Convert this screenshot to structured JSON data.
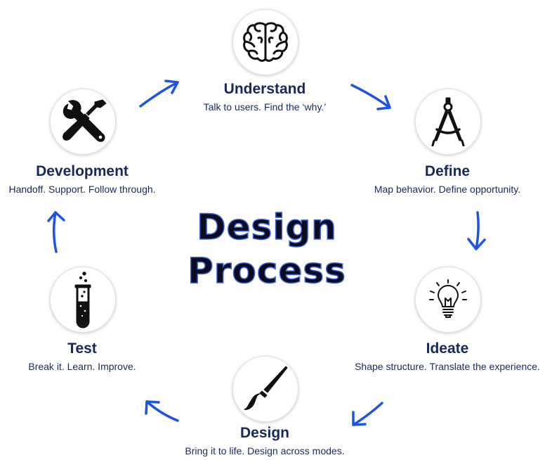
{
  "title": {
    "line1": "Design",
    "line2": "Process"
  },
  "steps": [
    {
      "name": "Understand",
      "desc": "Talk to users. Find the ‘why.’",
      "icon": "brain-icon"
    },
    {
      "name": "Define",
      "desc": "Map behavior. Define opportunity.",
      "icon": "compass-icon"
    },
    {
      "name": "Ideate",
      "desc": "Shape structure. Translate the experience.",
      "icon": "lightbulb-icon"
    },
    {
      "name": "Design",
      "desc": "Bring it to life. Design across modes.",
      "icon": "paintbrush-icon"
    },
    {
      "name": "Test",
      "desc": "Break it. Learn. Improve.",
      "icon": "test-tube-icon"
    },
    {
      "name": "Development",
      "desc": "Handoff. Support. Follow through.",
      "icon": "tools-icon"
    }
  ],
  "colors": {
    "arrow": "#1f52e6",
    "text": "#16295e",
    "title": "#0b0b22"
  }
}
